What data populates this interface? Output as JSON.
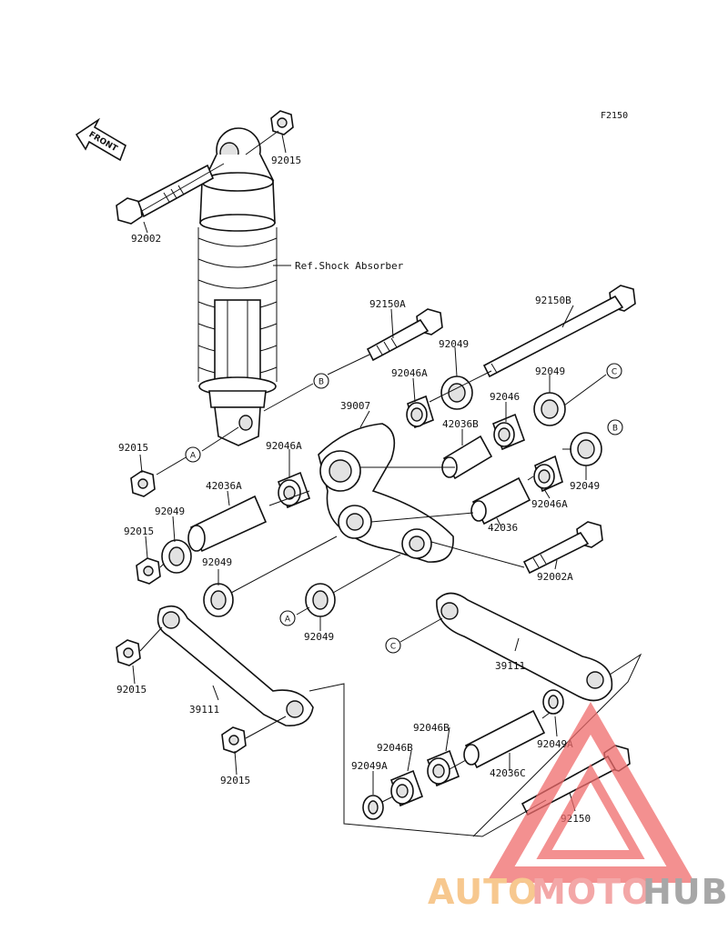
{
  "figure_code": "F2150",
  "front_arrow_text": "FRONT",
  "reference_label": "Ref.Shock Absorber",
  "callout_refs": {
    "a": "A",
    "b": "B",
    "c": "C"
  },
  "part_labels": {
    "p92015_top": "92015",
    "p92002": "92002",
    "p92150A": "92150A",
    "p92150B": "92150B",
    "p92049_a": "92049",
    "p92049_b": "92049",
    "p92046A_a": "92046A",
    "p92046": "92046",
    "p39007": "39007",
    "p42036B": "42036B",
    "p92015_left": "92015",
    "p92046A_b": "92046A",
    "p42036A": "42036A",
    "p92049_c": "92049",
    "p92015_mid": "92015",
    "p92049_d": "92049",
    "p92049_e": "92049",
    "p42036": "42036",
    "p92046A_c": "92046A",
    "p92002A": "92002A",
    "p92049_f": "92049",
    "p92015_low": "92015",
    "p39111_left": "39111",
    "p39111_right": "39111",
    "p92015_bottom": "92015",
    "p92046B_a": "92046B",
    "p92046B_b": "92046B",
    "p92049A_a": "92049A",
    "p92049A_b": "92049A",
    "p42036C": "42036C",
    "p92150": "92150"
  },
  "watermark": {
    "part1": "AUTO",
    "part2": "MOTO",
    "part3": "HUB",
    "color1": "#f5b66a",
    "color2": "#f08a8a",
    "color3": "#8a8a8a",
    "logo_color": "#ef6b6b"
  }
}
